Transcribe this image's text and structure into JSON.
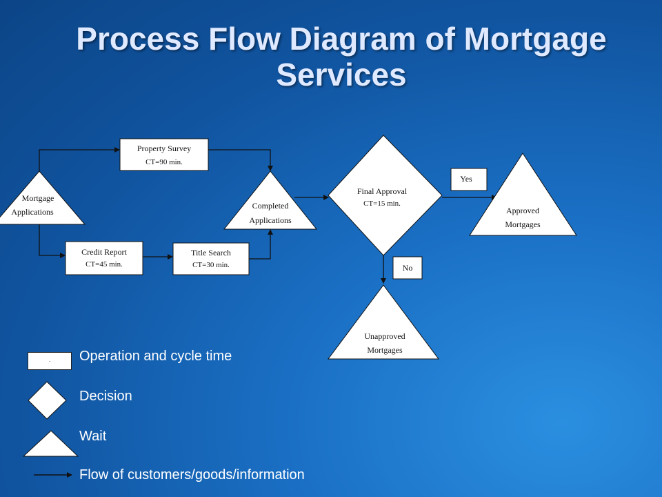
{
  "title": "Process Flow Diagram of Mortgage Services",
  "nodes": {
    "mortgage_applications": {
      "line1": "Mortgage",
      "line2": "Applications"
    },
    "property_survey": {
      "line1": "Property Survey",
      "line2": "CT=90 min."
    },
    "credit_report": {
      "line1": "Credit Report",
      "line2": "CT=45 min."
    },
    "title_search": {
      "line1": "Title Search",
      "line2": "CT=30 min."
    },
    "completed_applications": {
      "line1": "Completed",
      "line2": "Applications"
    },
    "final_approval": {
      "line1": "Final Approval",
      "line2": "CT=15 min."
    },
    "approved_mortgages": {
      "line1": "Approved",
      "line2": "Mortgages"
    },
    "unapproved_mortgages": {
      "line1": "Unapproved",
      "line2": "Mortgages"
    }
  },
  "labels": {
    "yes": "Yes",
    "no": "No"
  },
  "legend": {
    "box_mark": ".",
    "operation": "Operation and cycle time",
    "decision": "Decision",
    "wait": "Wait",
    "flow": "Flow of customers/goods/information"
  },
  "colors": {
    "background": "#1a6fc4",
    "title": "#dfe9ff",
    "shape_fill": "#ffffff",
    "line": "#111111"
  }
}
